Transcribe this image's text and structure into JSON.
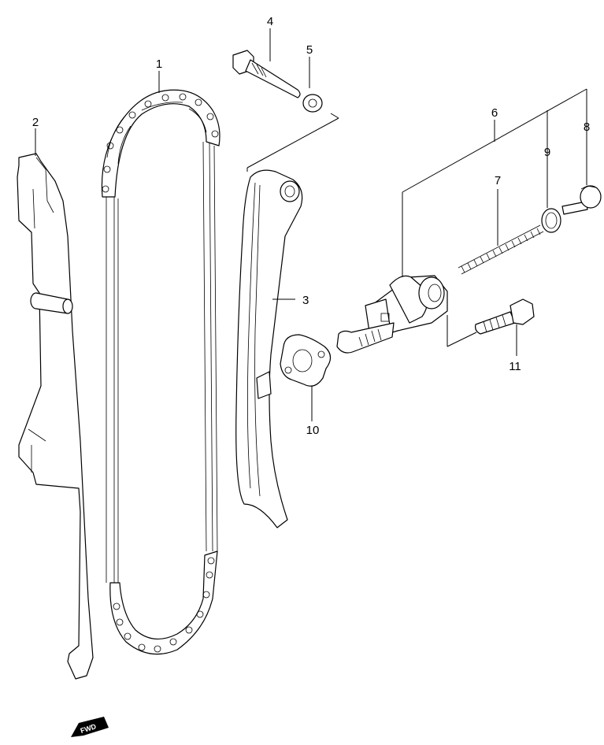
{
  "diagram": {
    "callouts": [
      {
        "id": "chain",
        "label": "1"
      },
      {
        "id": "guide",
        "label": "2"
      },
      {
        "id": "tensioner-arm",
        "label": "3"
      },
      {
        "id": "arm-bolt",
        "label": "4"
      },
      {
        "id": "washer",
        "label": "5"
      },
      {
        "id": "adjuster-assembly",
        "label": "6"
      },
      {
        "id": "spring",
        "label": "7"
      },
      {
        "id": "cap-bolt",
        "label": "8"
      },
      {
        "id": "gasket-ring",
        "label": "9"
      },
      {
        "id": "adjuster-gasket",
        "label": "10"
      },
      {
        "id": "adjuster-bolt",
        "label": "11"
      }
    ],
    "fwd_badge": "FWD"
  }
}
